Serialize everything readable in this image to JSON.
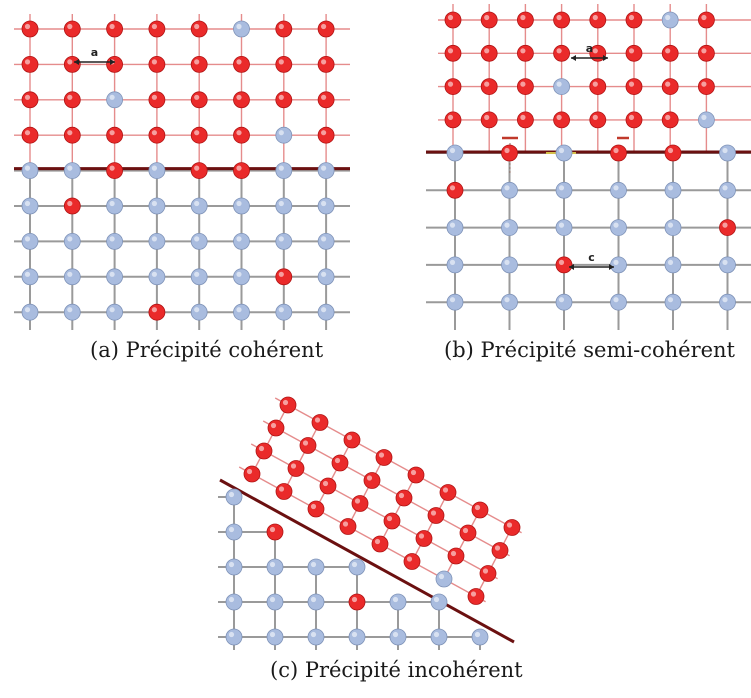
{
  "colors": {
    "precipitate_atom": "#ea2a2a",
    "matrix_atom": "#a9bcdf",
    "precipitate_bond": "#e58c8c",
    "matrix_bond": "#9a9a9a",
    "interface": "#6b1010",
    "arrow": "#222222",
    "dislocation": "#c0392b"
  },
  "panels": [
    {
      "id": "a",
      "caption": "(a) Précipité cohérent",
      "spacing_label": "a"
    },
    {
      "id": "b",
      "caption": "(b) Précipité semi-cohérent",
      "spacing_label_top": "a",
      "spacing_label_bottom": "c"
    },
    {
      "id": "c",
      "caption": "(c) Précipité incohérent"
    }
  ]
}
